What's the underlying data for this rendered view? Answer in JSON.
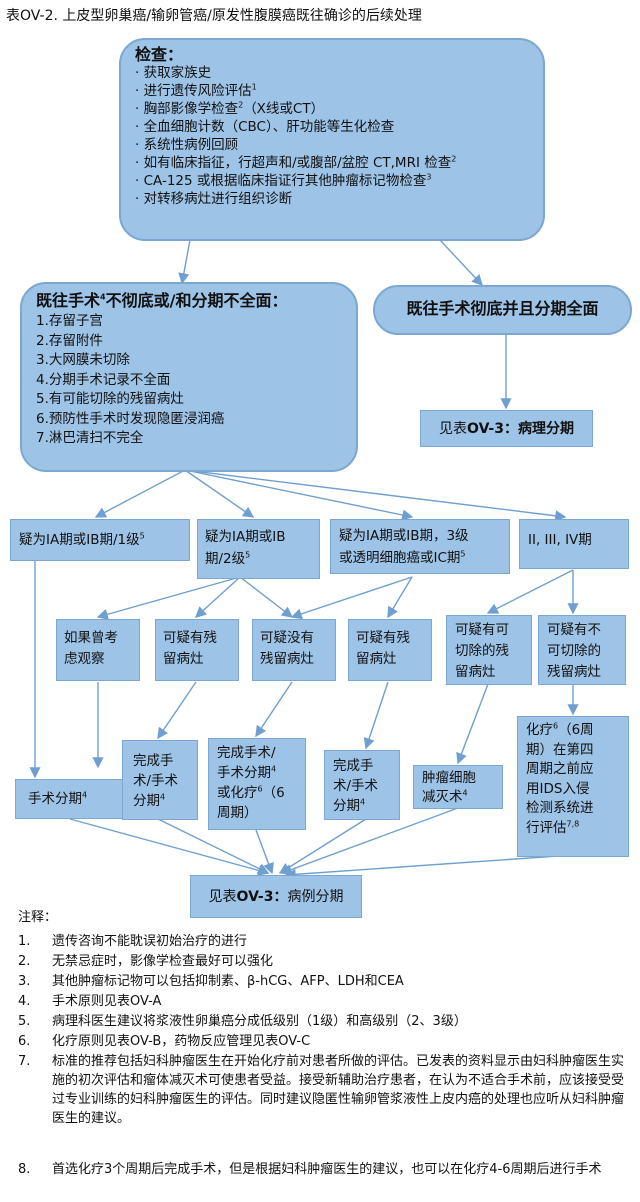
{
  "title": "表OV-2. 上皮型卵巢癌/输卵管癌/原发性腹膜癌既往确诊的后续处理",
  "exam": {
    "heading": "检查：",
    "items": [
      "· 获取家族史",
      "· 进行遗传风险评估",
      "· 胸部影像学检查",
      "（X线或CT）",
      "· 全血细胞计数（CBC）、肝功能等生化检查",
      "· 系统性病例回顾",
      "· 如有临床指征，行超声和/或腹部/盆腔 CT,MRI 检查",
      "· CA-125 或根据临床指证行其他肿瘤标记物检查",
      "· 对转移病灶进行组织诊断"
    ],
    "sups": [
      "1",
      "2",
      "2",
      "3"
    ]
  },
  "incomplete": {
    "heading_a": "既往手术",
    "heading_sup": "4",
    "heading_b": "不彻底或/和分期不全面：",
    "items": [
      "1.存留子宫",
      "2.存留附件",
      "3.大网膜未切除",
      "4.分期手术记录不全面",
      "5.有可能切除的残留病灶",
      "6.预防性手术时发现隐匿浸润癌",
      "7.淋巴清扫不完全"
    ]
  },
  "complete": {
    "label": "既往手术彻底并且分期全面"
  },
  "see_pathology": {
    "a": "见表",
    "b": "OV-3：病理分期"
  },
  "stages": {
    "s1": "疑为IA期或IB期/1级",
    "s1_sup": "5",
    "s2a": "疑为IA期或IB",
    "s2b": "期/2级",
    "s2_sup": "5",
    "s3a": "疑为IA期或IB期，3级",
    "s3b": "或透明细胞癌或IC期",
    "s3_sup": "5",
    "s4": "II, III, IV期"
  },
  "mid": {
    "m1": [
      "如果曾考",
      "虑观察"
    ],
    "m2": [
      "可疑有残",
      "留病灶"
    ],
    "m3": [
      "可疑没有",
      "残留病灶"
    ],
    "m4": [
      "可疑有残",
      "留病灶"
    ],
    "m5": [
      "可疑有可",
      "切除的残",
      "留病灶"
    ],
    "m6": [
      "可疑有不",
      "可切除的",
      "残留病灶"
    ]
  },
  "actions": {
    "a1": "手术分期",
    "a1_sup": "4",
    "a2": [
      "完成手",
      "术/手术",
      "分期"
    ],
    "a2_sup": "4",
    "a3": [
      "完成手术/",
      "手术分期",
      "或化疗",
      "（6",
      "周期）"
    ],
    "a3_sups": [
      "4",
      "6"
    ],
    "a4": [
      "完成手",
      "术/手术",
      "分期"
    ],
    "a4_sup": "4",
    "a5": [
      "肿瘤细胞",
      "减灭术"
    ],
    "a5_sup": "4",
    "a6": [
      "化疗",
      "（6周",
      "期）在第四",
      "周期之前应",
      "用IDS入侵",
      "检测系统进",
      "行评估"
    ],
    "a6_sups": [
      "6",
      "7,8"
    ]
  },
  "final": {
    "a": "见表",
    "b": "OV-3：",
    "c": "病例分期"
  },
  "notes": {
    "heading": "注释：",
    "items": [
      {
        "n": "1.",
        "t": "遗传咨询不能耽误初始治疗的进行"
      },
      {
        "n": "2.",
        "t": "无禁忌症时，影像学检查最好可以强化"
      },
      {
        "n": "3.",
        "t": "其他肿瘤标记物可以包括抑制素、β-hCG、AFP、LDH和CEA"
      },
      {
        "n": "4.",
        "t": "手术原则见表OV-A"
      },
      {
        "n": "5.",
        "t": "病理科医生建议将浆液性卵巢癌分成低级别（1级）和高级别（2、3级）"
      },
      {
        "n": "6.",
        "t": "化疗原则见表OV-B，药物反应管理见表OV-C"
      },
      {
        "n": "7.",
        "t": "标准的推荐包括妇科肿瘤医生在开始化疗前对患者所做的评估。已发表的资料显示由妇科肿瘤医生实施的初次评估和瘤体减灭术可使患者受益。接受新辅助治疗患者，在认为不适合手术前，应该接受受过专业训练的妇科肿瘤医生的评估。同时建议隐匿性输卵管浆液性上皮内癌的处理也应听从妇科肿瘤医生的建议。"
      },
      {
        "n": "8.",
        "t": "首选化疗3个周期后完成手术，但是根据妇科肿瘤医生的建议，也可以在化疗4-6周期后进行手术"
      }
    ]
  }
}
